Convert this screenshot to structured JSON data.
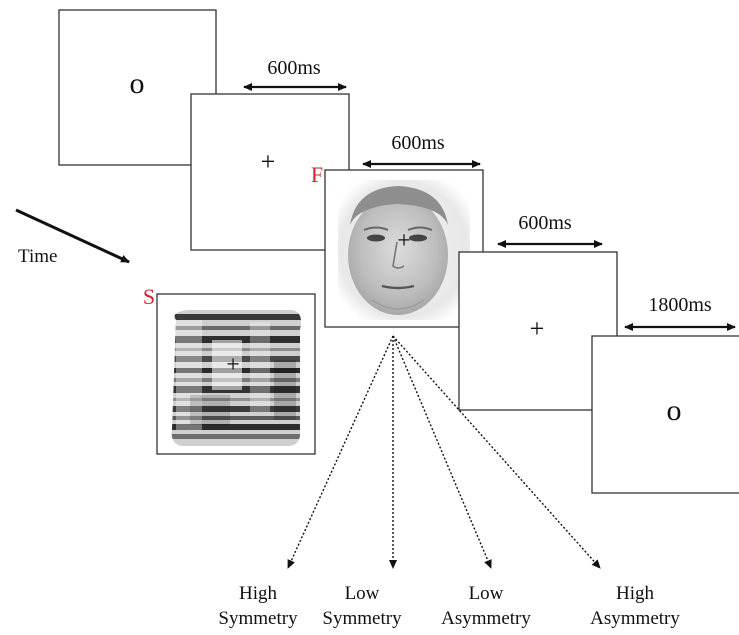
{
  "frames": {
    "first_fixation_symbol": "o",
    "cross_1": "+",
    "face_label": "F",
    "cross_2": "+",
    "last_fixation_symbol": "o",
    "scrambled_label": "S",
    "scrambled_cross": "+",
    "face_cross": "+"
  },
  "durations": {
    "d1": "600ms",
    "d2": "600ms",
    "d3": "600ms",
    "d4": "1800ms"
  },
  "time_label": "Time",
  "conditions": [
    {
      "line1": "High",
      "line2": "Symmetry"
    },
    {
      "line1": "Low",
      "line2": "Symmetry"
    },
    {
      "line1": "Low",
      "line2": "Asymmetry"
    },
    {
      "line1": "High",
      "line2": "Asymmetry"
    }
  ],
  "colors": {
    "label_red": "#d0262c",
    "line": "#111111",
    "frame_border": "#333333"
  }
}
